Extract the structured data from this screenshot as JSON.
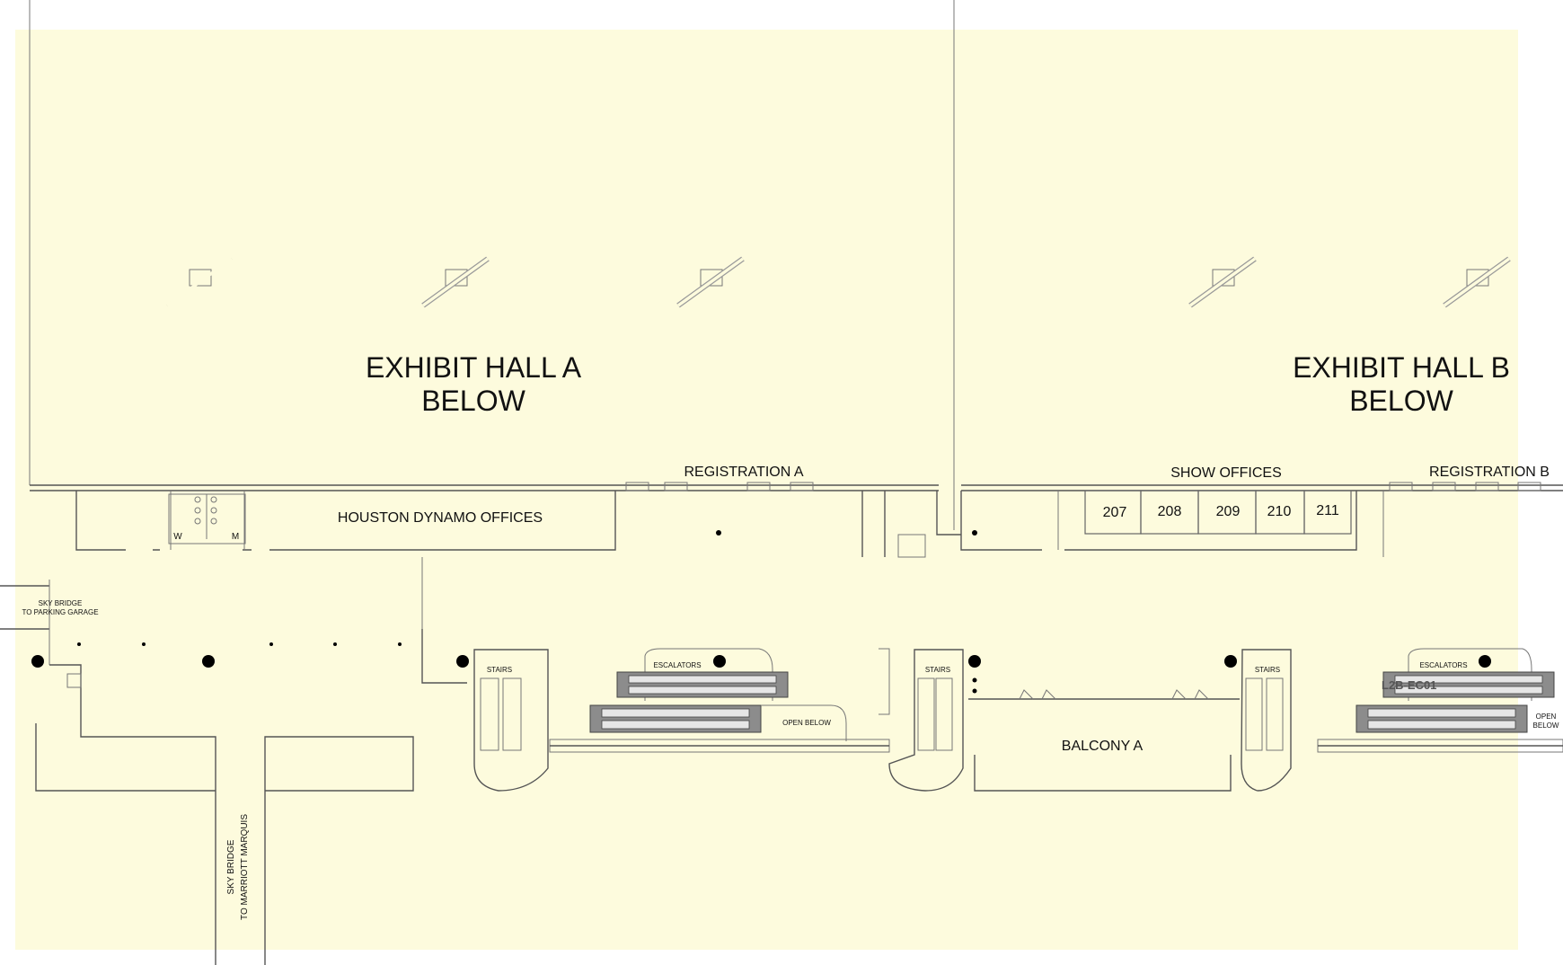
{
  "map": {
    "background_color": "#FDFBDD",
    "line_color": "#555555",
    "halls": [
      {
        "id": "exhibit-hall-a",
        "line1": "EXHIBIT HALL A",
        "line2": "BELOW"
      },
      {
        "id": "exhibit-hall-b",
        "line1": "EXHIBIT HALL B",
        "line2": "BELOW"
      }
    ],
    "areas": {
      "registration_a": "REGISTRATION  A",
      "registration_b": "REGISTRATION B",
      "show_offices": "SHOW OFFICES",
      "houston_dynamo_offices": "HOUSTON DYNAMO OFFICES",
      "balcony_a": "BALCONY A"
    },
    "rooms": [
      "207",
      "208",
      "209",
      "210",
      "211"
    ],
    "restrooms": {
      "women": "W",
      "men": "M"
    },
    "sky_bridges": {
      "parking_line1": "SKY BRIDGE",
      "parking_line2": "TO PARKING GARAGE",
      "marriott_line1": "SKY BRIDGE",
      "marriott_line2": "TO MARRIOTT MARQUIS"
    },
    "stairs": [
      "STAIRS",
      "STAIRS",
      "STAIRS"
    ],
    "escalators": [
      "ESCALATORS",
      "ESCALATORS"
    ],
    "open_below": {
      "a": "OPEN BELOW",
      "b_line1": "OPEN",
      "b_line2": "BELOW"
    },
    "equipment_tag": "L2B-EC01"
  }
}
